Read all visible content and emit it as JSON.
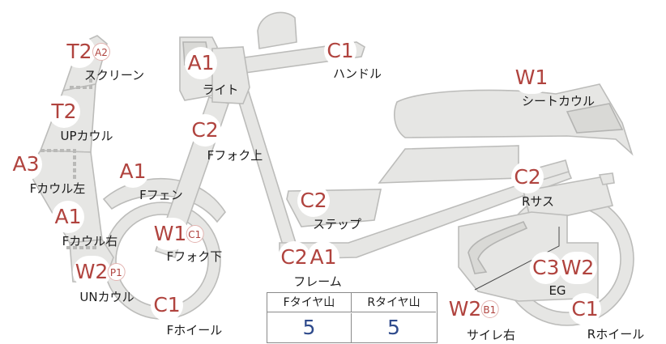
{
  "parts": [
    {
      "id": "screen",
      "label": "スクリーン",
      "grade": "T2",
      "sub_grade": "A2"
    },
    {
      "id": "light",
      "label": "ライト",
      "grade": "A1"
    },
    {
      "id": "handle",
      "label": "ハンドル",
      "grade": "C1"
    },
    {
      "id": "seat-cowl",
      "label": "シートカウル",
      "grade": "W1"
    },
    {
      "id": "up-cowl",
      "label": "UPカウル",
      "grade": "T2"
    },
    {
      "id": "f-fork-upper",
      "label": "Fフォク上",
      "grade": "C2"
    },
    {
      "id": "f-cowl-left",
      "label": "Fカウル左",
      "grade": "A3"
    },
    {
      "id": "f-fender",
      "label": "Fフェン",
      "grade": "A1"
    },
    {
      "id": "r-suspension",
      "label": "Rサス",
      "grade": "C2"
    },
    {
      "id": "step",
      "label": "ステップ",
      "grade": "C2"
    },
    {
      "id": "f-cowl-right",
      "label": "Fカウル右",
      "grade": "A1"
    },
    {
      "id": "f-fork-lower",
      "label": "Fフォク下",
      "grade": "W1",
      "sub_grade": "C1"
    },
    {
      "id": "frame",
      "label": "フレーム",
      "grade": "C2",
      "grade2": "A1"
    },
    {
      "id": "engine",
      "label": "EG",
      "grade": "C3",
      "grade2": "W2"
    },
    {
      "id": "un-cowl",
      "label": "UNカウル",
      "grade": "W2",
      "sub_grade": "P1"
    },
    {
      "id": "f-wheel",
      "label": "Fホイール",
      "grade": "C1"
    },
    {
      "id": "muffler-right",
      "label": "サイレ右",
      "grade": "W2",
      "sub_grade": "B1"
    },
    {
      "id": "r-wheel",
      "label": "Rホイール",
      "grade": "C1"
    }
  ],
  "tire_table": {
    "front_header": "Fタイヤ山",
    "rear_header": "Rタイヤ山",
    "front_value": "5",
    "rear_value": "5"
  },
  "colors": {
    "grade_text": "#b0433e",
    "tire_value_text": "#2f4b8c",
    "part_fill": "#e6e6e4",
    "part_stroke": "#bcbcba"
  }
}
